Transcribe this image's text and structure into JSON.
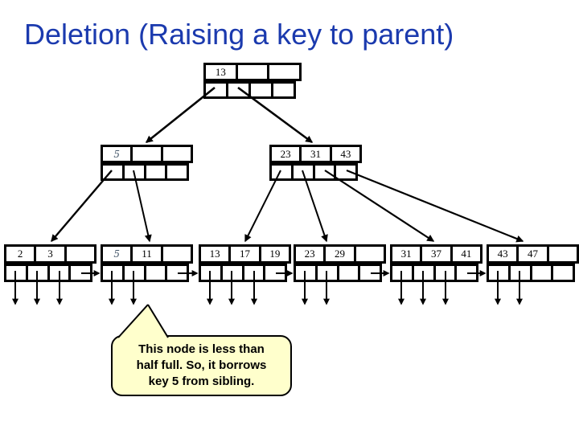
{
  "slide": {
    "title": "Deletion (Raising a key to parent)",
    "colors": {
      "title_blue": "#1b3aae",
      "handwritten_blue": "#46586b",
      "callout_bg": "#ffffcc",
      "line_black": "#000000"
    },
    "tree": {
      "root": {
        "keys": [
          "13",
          "",
          ""
        ]
      },
      "internal_left": {
        "keys": [
          "5",
          "",
          ""
        ]
      },
      "internal_right": {
        "keys": [
          "23",
          "31",
          "43"
        ]
      },
      "leaves": [
        {
          "keys": [
            "2",
            "3",
            ""
          ]
        },
        {
          "keys": [
            "5",
            "11",
            ""
          ]
        },
        {
          "keys": [
            "13",
            "17",
            "19"
          ]
        },
        {
          "keys": [
            "23",
            "29",
            ""
          ]
        },
        {
          "keys": [
            "31",
            "37",
            "41"
          ]
        },
        {
          "keys": [
            "43",
            "47",
            ""
          ]
        }
      ]
    },
    "callout": {
      "lines": [
        "This node is less than",
        "half full. So, it borrows",
        "key 5 from sibling."
      ]
    }
  }
}
